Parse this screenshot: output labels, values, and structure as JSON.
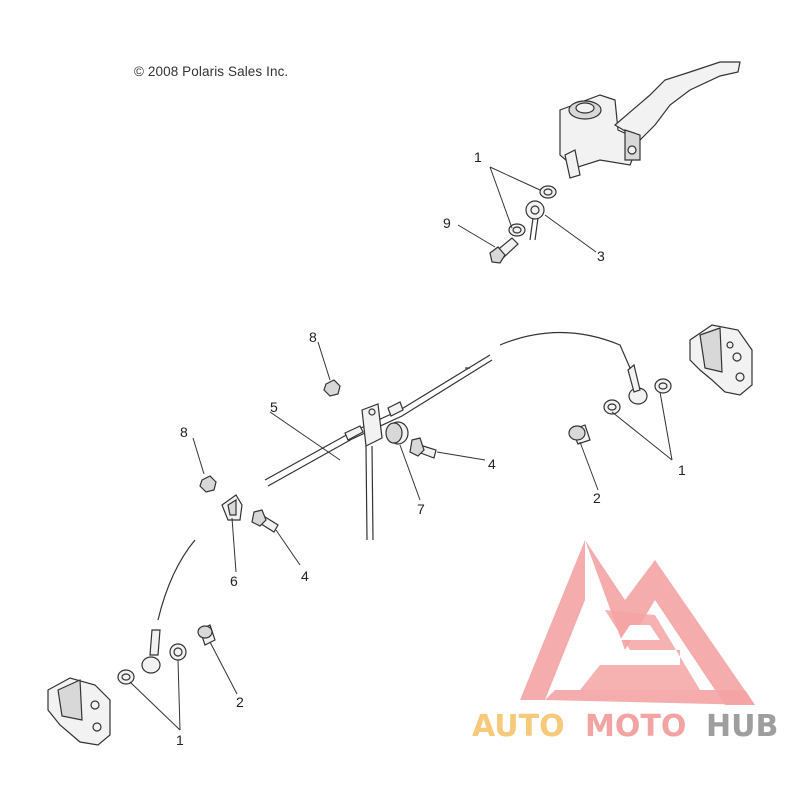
{
  "copyright": "© 2008 Polaris Sales Inc.",
  "callouts": {
    "c1_top": "1",
    "c9": "9",
    "c3": "3",
    "c8_top": "8",
    "c5": "5",
    "c8_left": "8",
    "c7": "7",
    "c4_mid": "4",
    "c6": "6",
    "c4_left": "4",
    "c2_right": "2",
    "c1_right": "1",
    "c2_left": "2",
    "c1_bottom": "1"
  },
  "watermark": {
    "part1": "AUTO",
    "part2": "MOTO",
    "part3": "HUB",
    "colors": {
      "auto": "#f7c97a",
      "moto": "#f4a3a3",
      "hub": "#9e9e9e",
      "triangle": "#f4a3a3"
    }
  }
}
